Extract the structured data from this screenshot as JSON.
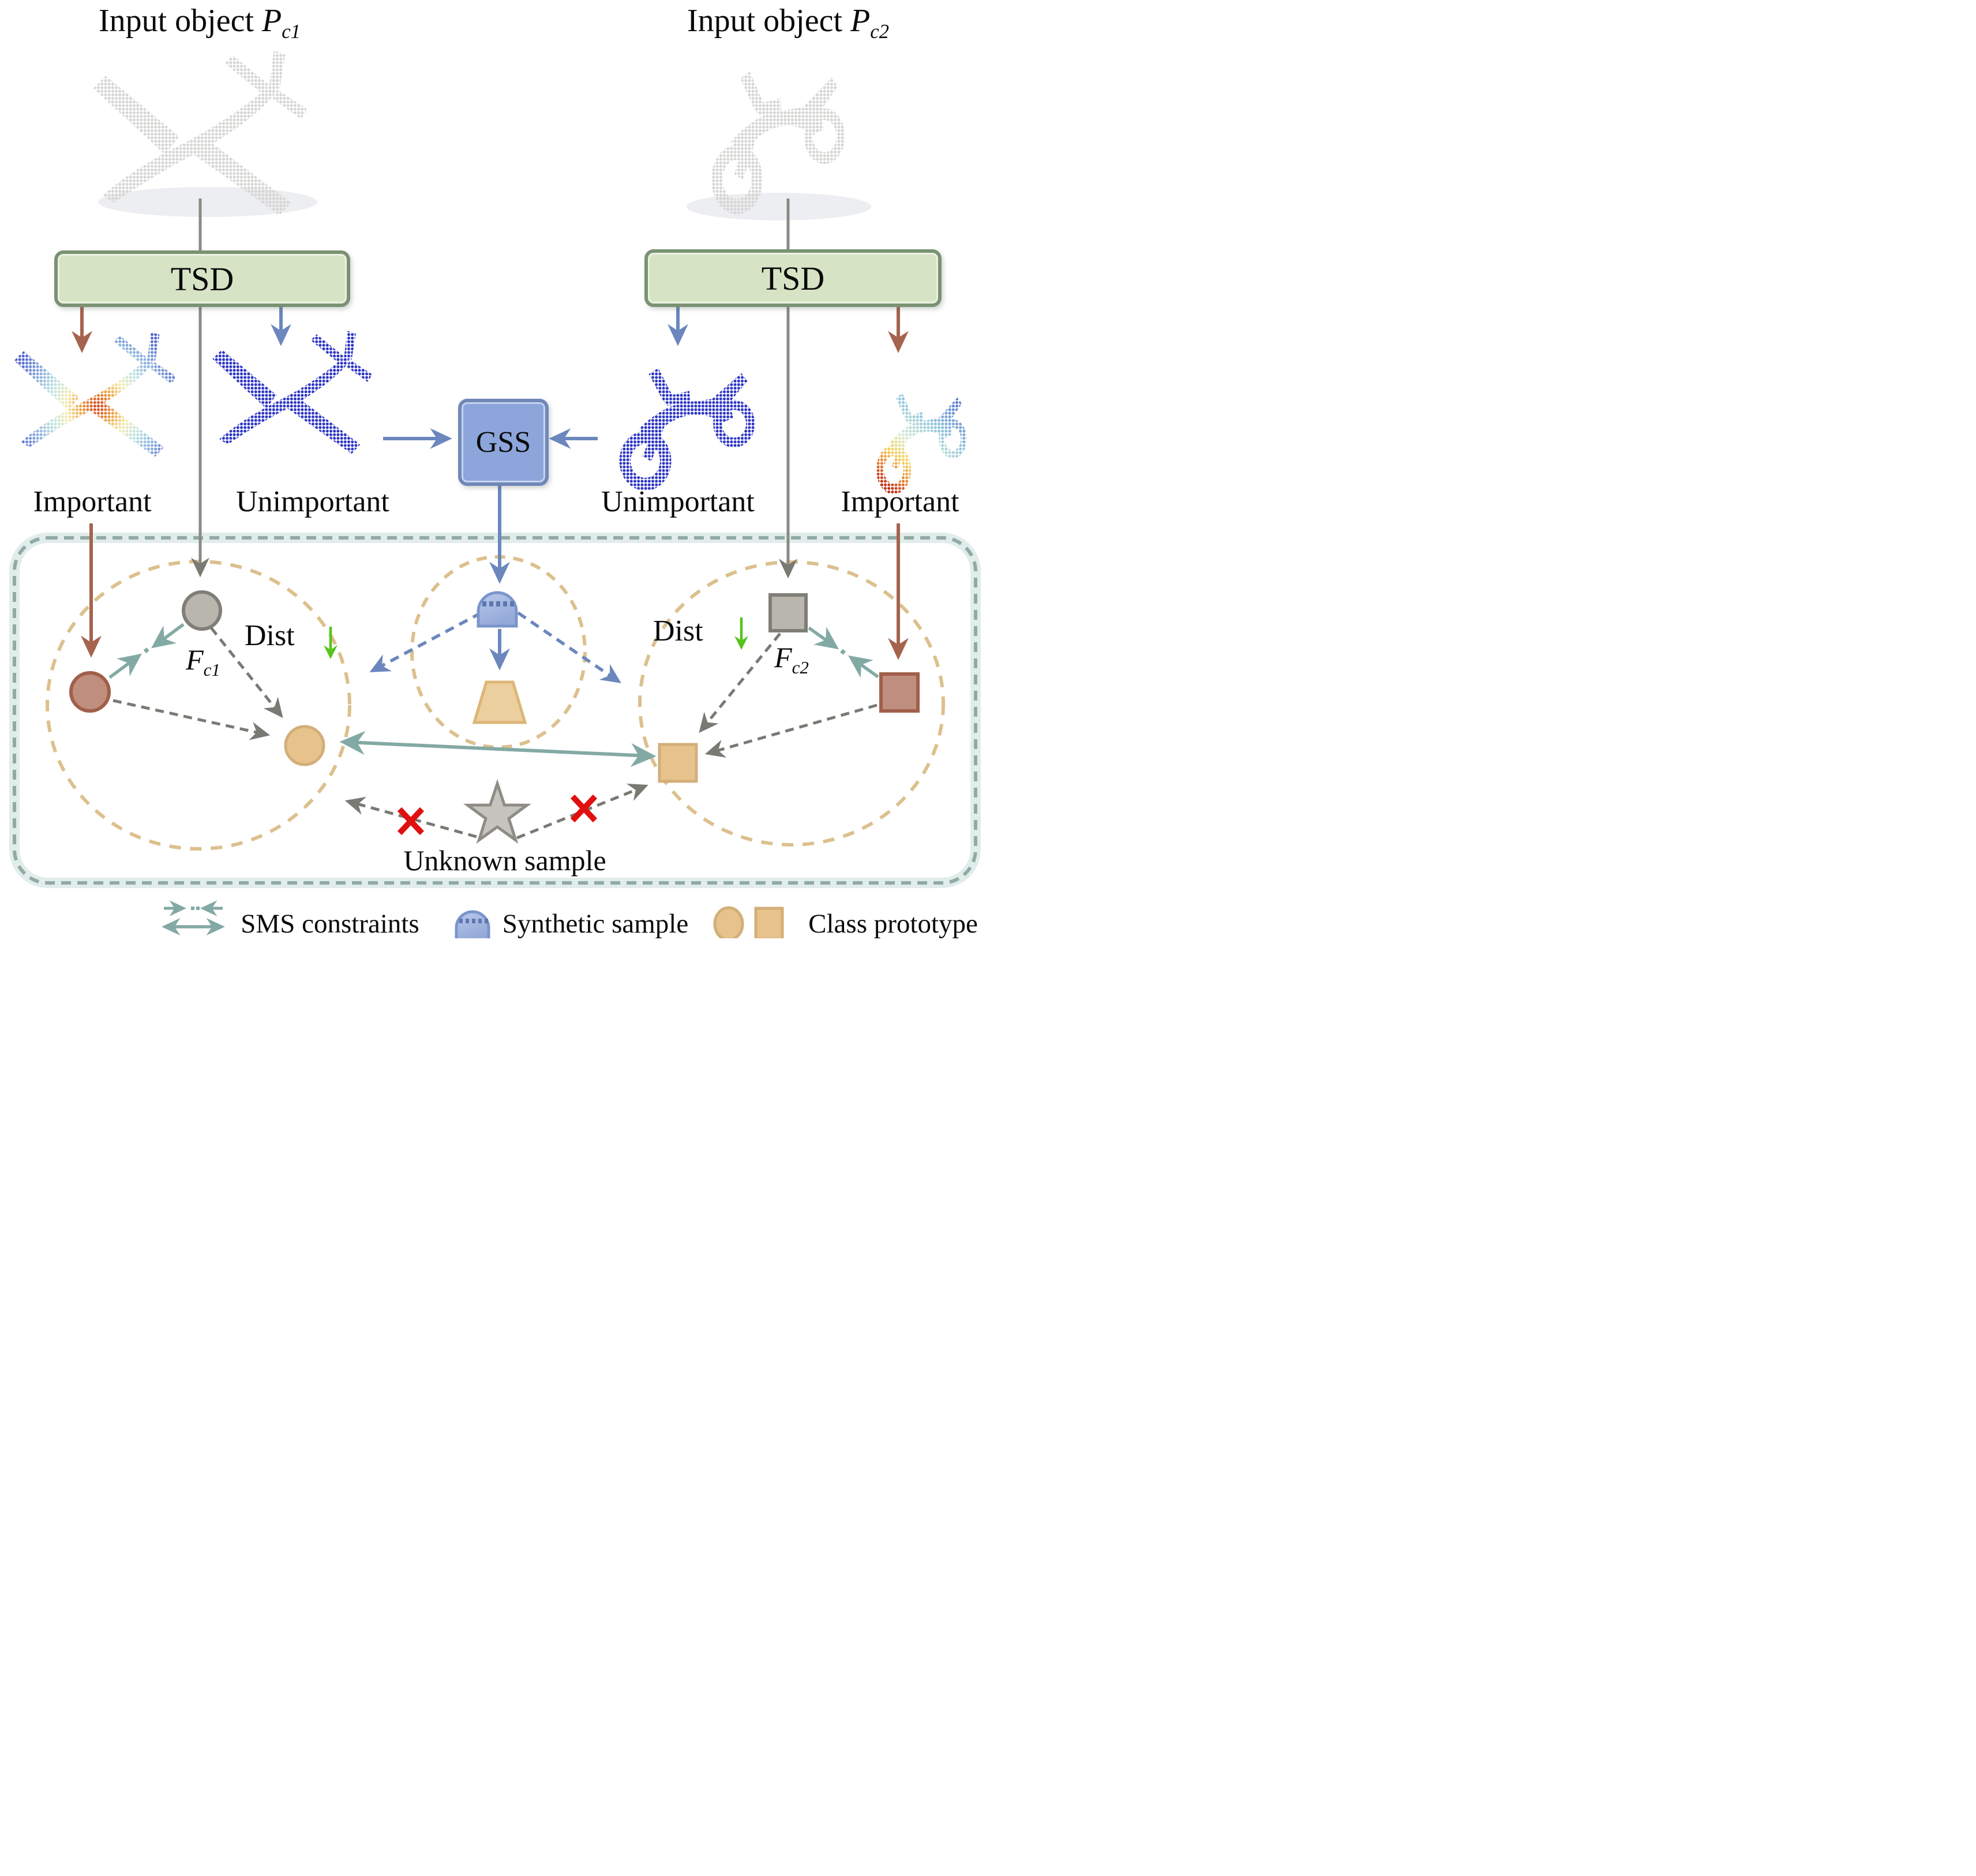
{
  "colors": {
    "tsd_fill": "#d7e3c5",
    "tsd_border": "#7a9272",
    "gss_fill": "#8ca6dc",
    "gss_border": "#7088b8",
    "important": "#a5634e",
    "unimportant": "#6b87bd",
    "gray_line": "#8a8a85",
    "gray_dash": "#7a7a74",
    "sms_teal": "#83a9a4",
    "region_dash": "#dcc08d",
    "space_border": "#92aaa6",
    "prototype_fill": "#e7c28c",
    "prototype_border": "#d2af79",
    "feature_red_fill": "#c08e7e",
    "feature_red_border": "#a15f4a",
    "feature_gray_fill": "#b9b6ae",
    "feature_gray_border": "#7f7e77",
    "synthetic_fill": "#a9bbe2",
    "synthetic_border": "#7b95cc",
    "synthetic_band": "#5f77ae",
    "trapezoid_fill": "#eccf9e",
    "trapezoid_border": "#dcb676",
    "star_fill": "#c6c4be",
    "star_border": "#8e8c85",
    "cross_red": "#e01010",
    "dist_green": "#56c41a",
    "cloud_gray": "#d6d5d3",
    "cloud_blue": "#2a33c4"
  },
  "inputs": {
    "left": {
      "prefix": "Input object ",
      "symbol": "P",
      "subscript": "c1"
    },
    "right": {
      "prefix": "Input object ",
      "symbol": "P",
      "subscript": "c2"
    }
  },
  "modules": {
    "tsd_left": "TSD",
    "tsd_right": "TSD",
    "gss": "GSS"
  },
  "branches": {
    "left_important": "Important",
    "left_unimportant": "Unimportant",
    "right_unimportant": "Unimportant",
    "right_important": "Important"
  },
  "feature_space": {
    "dist_left": {
      "label": "Dist",
      "arrow": "↓"
    },
    "dist_right": {
      "label": "Dist",
      "arrow": "↓"
    },
    "f_c1": {
      "symbol": "F",
      "subscript": "c1"
    },
    "f_c2": {
      "symbol": "F",
      "subscript": "c2"
    },
    "unknown": "Unknown sample"
  },
  "legend": [
    {
      "icon": "sms-arrows",
      "label": "SMS constraints"
    },
    {
      "icon": "synthetic-dome",
      "label": "Synthetic sample"
    },
    {
      "icon": "prototype-shapes",
      "label": "Class prototype"
    }
  ]
}
